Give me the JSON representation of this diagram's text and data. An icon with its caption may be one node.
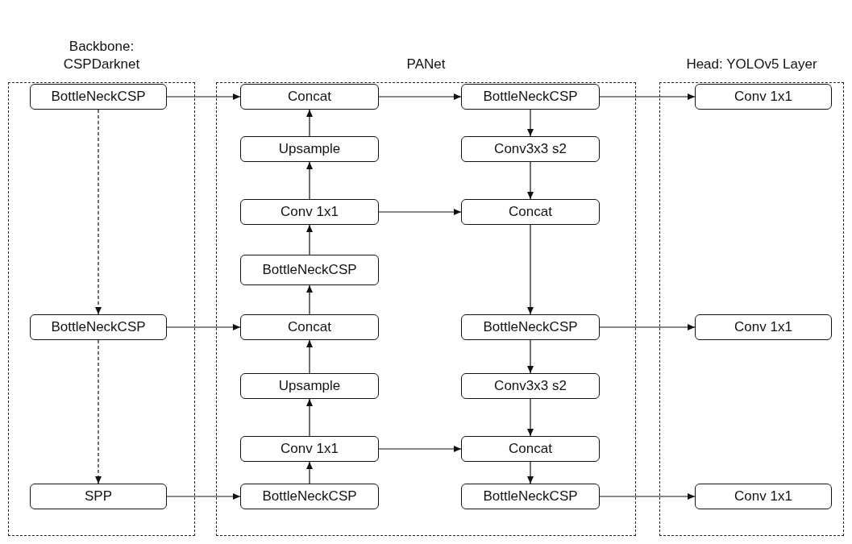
{
  "diagram": {
    "nodes": [
      {
        "text": [
          "Backbone: CSPDarknet"
        ]
      },
      {
        "text": [
          "BottleNeckCSP"
        ],
        "in": 0
      },
      {
        "text": [
          "BottleNeckCSP"
        ],
        "in": 0
      },
      {
        "text": [
          "SPP"
        ],
        "in": 0
      },
      {
        "text": [
          "PANet"
        ]
      },
      {
        "text": [
          "Concat"
        ],
        "in": 4
      },
      {
        "text": [
          "Upsample"
        ],
        "in": 4
      },
      {
        "text": [
          "Conv 1x1"
        ],
        "in": 4
      },
      {
        "text": [
          "BottleNeckCSP"
        ],
        "in": 4
      },
      {
        "text": [
          "Concat"
        ],
        "in": 4
      },
      {
        "text": [
          "Upsample"
        ],
        "in": 4
      },
      {
        "text": [
          "Conv 1x1"
        ],
        "in": 4
      },
      {
        "text": [
          "BottleNeckCSP"
        ],
        "in": 4
      },
      {
        "text": [
          "BottleNeckCSP"
        ],
        "in": 4
      },
      {
        "text": [
          "Conv3x3 s2"
        ],
        "in": 4
      },
      {
        "text": [
          "Concat"
        ],
        "in": 4
      },
      {
        "text": [
          "BottleNeckCSP"
        ],
        "in": 4
      },
      {
        "text": [
          "Conv3x3 s2"
        ],
        "in": 4
      },
      {
        "text": [
          "Concat"
        ],
        "in": 4
      },
      {
        "text": [
          "BottleNeckCSP"
        ],
        "in": 4
      },
      {
        "text": [
          "Head: YOLOv5 Layer"
        ]
      },
      {
        "text": [
          "Conv 1x1"
        ],
        "in": 20
      },
      {
        "text": [
          "Conv 1x1"
        ],
        "in": 20
      },
      {
        "text": [
          "Conv 1x1"
        ],
        "in": 20
      }
    ],
    "edges": [
      {
        "from": 1,
        "to": 5,
        "arrow": "to"
      },
      {
        "from": 1,
        "to": 2,
        "arrow": "to",
        "style": "dashed"
      },
      {
        "from": 2,
        "to": 3,
        "arrow": "to",
        "style": "dashed"
      },
      {
        "from": 2,
        "to": 9,
        "arrow": "to"
      },
      {
        "from": 3,
        "to": 12,
        "arrow": "to"
      },
      {
        "from": 12,
        "to": 11,
        "arrow": "to"
      },
      {
        "from": 11,
        "to": 10,
        "arrow": "to"
      },
      {
        "from": 10,
        "to": 9,
        "arrow": "to"
      },
      {
        "from": 9,
        "to": 8,
        "arrow": "to"
      },
      {
        "from": 8,
        "to": 7,
        "arrow": "to"
      },
      {
        "from": 7,
        "to": 6,
        "arrow": "to"
      },
      {
        "from": 6,
        "to": 5,
        "arrow": "to"
      },
      {
        "from": 5,
        "to": 13,
        "arrow": "to"
      },
      {
        "from": 13,
        "to": 14,
        "arrow": "to"
      },
      {
        "from": 14,
        "to": 15,
        "arrow": "to"
      },
      {
        "from": 7,
        "to": 15,
        "arrow": "to"
      },
      {
        "from": 15,
        "to": 16,
        "arrow": "to"
      },
      {
        "from": 16,
        "to": 17,
        "arrow": "to"
      },
      {
        "from": 17,
        "to": 18,
        "arrow": "to"
      },
      {
        "from": 11,
        "to": 18,
        "arrow": "to"
      },
      {
        "from": 18,
        "to": 19,
        "arrow": "to"
      },
      {
        "from": 13,
        "to": 21,
        "arrow": "to"
      },
      {
        "from": 16,
        "to": 22,
        "arrow": "to"
      },
      {
        "from": 19,
        "to": 23,
        "arrow": "to"
      }
    ]
  }
}
